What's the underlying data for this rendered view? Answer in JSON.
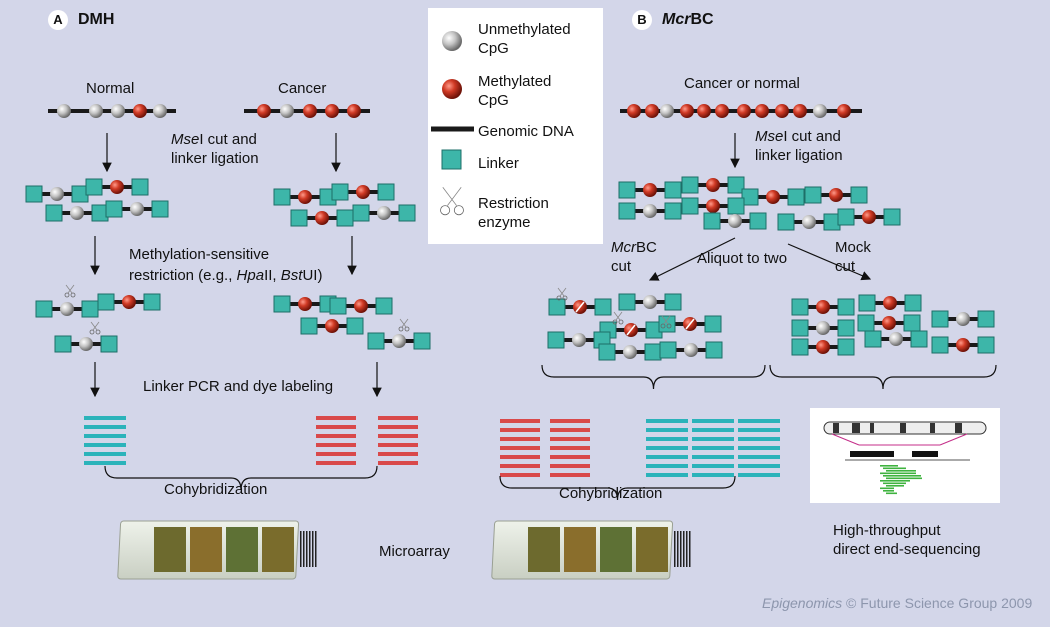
{
  "panel_a": {
    "badge": "A",
    "title": "DMH",
    "normal_label": "Normal",
    "cancer_label": "Cancer",
    "mse_label_italic": "Mse",
    "mse_label_rest": "I cut and",
    "linker_ligation": "linker ligation",
    "msr_line1": "Methylation-sensitive",
    "msr_line2_a": "restriction (e.g., ",
    "msr_hpa_italic": "Hpa",
    "msr_line2_b": "II, ",
    "msr_bst_italic": "Bst",
    "msr_line2_c": "UI)",
    "pcr_label": "Linker PCR and dye labeling",
    "cohyb_label": "Cohybridization",
    "microarray_label": "Microarray"
  },
  "panel_b": {
    "badge": "B",
    "title_italic": "Mcr",
    "title_rest": "BC",
    "cancer_or_normal": "Cancer or normal",
    "mse_label_italic": "Mse",
    "mse_label_rest": "I cut and",
    "linker_ligation": "linker ligation",
    "mcrbc_italic": "Mcr",
    "mcrbc_rest": "BC",
    "mcrbc_cut": "cut",
    "aliquot": "Aliquot to two",
    "mock_line1": "Mock",
    "mock_line2": "cut",
    "cohyb_label": "Cohybridization",
    "hts_line1": "High-throughput",
    "hts_line2": "direct end-sequencing"
  },
  "legend": {
    "unmethylated_1": "Unmethylated",
    "unmethylated_2": "CpG",
    "methylated_1": "Methylated",
    "methylated_2": "CpG",
    "genomic_dna": "Genomic DNA",
    "linker": "Linker",
    "restriction_1": "Restriction",
    "restriction_2": "enzyme"
  },
  "credit_italic": "Epigenomics",
  "credit_rest": " © Future Science Group 2009",
  "colors": {
    "background": "#d3d6e9",
    "methylated": "#c0392b",
    "unmethylated": "#bfbfbf",
    "linker": "#3db6a9",
    "dna": "#1a1a1a",
    "red_bars": "#d9494a",
    "cyan_bars": "#2bb3ba"
  }
}
